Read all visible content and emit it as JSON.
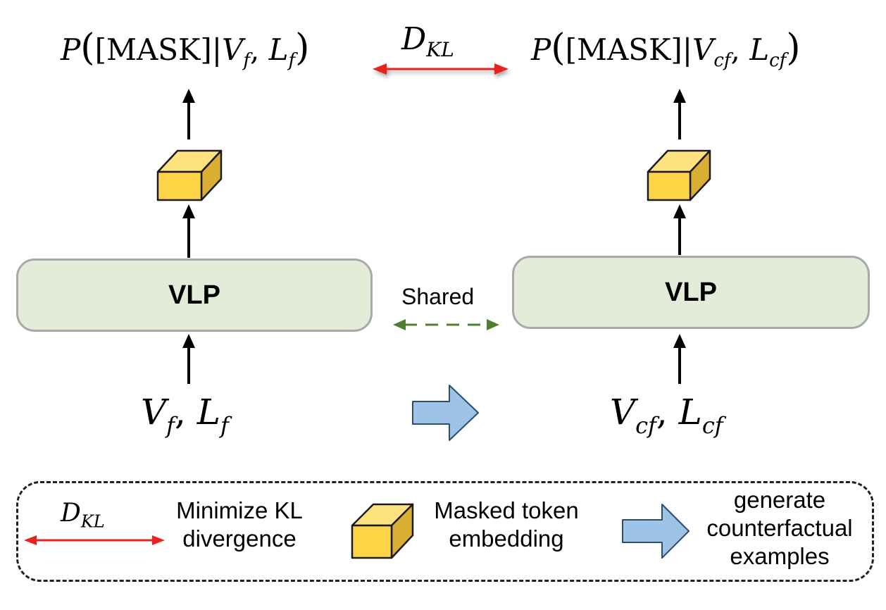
{
  "top": {
    "left_formula": {
      "prefix": "P",
      "open": "(",
      "mask": "[MASK]|",
      "v": "V",
      "v_sub": "f",
      "sep": ", ",
      "l": "L",
      "l_sub": "f",
      "close": ")"
    },
    "right_formula": {
      "prefix": "P",
      "open": "(",
      "mask": "[MASK]|",
      "v": "V",
      "v_sub": "cf",
      "sep": ", ",
      "l": "L",
      "l_sub": "cf",
      "close": ")"
    },
    "dkl": {
      "main": "D",
      "sub": "KL"
    }
  },
  "models": {
    "left_label": "VLP",
    "right_label": "VLP",
    "shared_label": "Shared"
  },
  "inputs": {
    "factual": {
      "v": "V",
      "v_sub": "f",
      "sep": ", ",
      "l": "L",
      "l_sub": "f"
    },
    "counterfactual": {
      "v": "V",
      "v_sub": "cf",
      "sep": ", ",
      "l": "L",
      "l_sub": "cf"
    }
  },
  "legend": {
    "dkl": {
      "main": "D",
      "sub": "KL"
    },
    "kl_text_line1": "Minimize KL",
    "kl_text_line2": "divergence",
    "masked_line1": "Masked token",
    "masked_line2": "embedding",
    "gen_line1": "generate",
    "gen_line2": "counterfactual",
    "gen_line3": "examples"
  },
  "colors": {
    "kl_arrow": "#e8231f",
    "shared_arrow": "#4f7f2f",
    "vlp_fill": "#e3ecd9",
    "vlp_border": "#a9a9a9",
    "cube_front": "#fcd446",
    "cube_top": "#fde27f",
    "cube_side": "#d8ae33",
    "block_arrow": "#9dc3e6"
  },
  "icons": [
    "masked-token-cube-icon",
    "generate-arrow-icon",
    "kl-double-arrow-icon",
    "shared-double-arrow-icon"
  ]
}
